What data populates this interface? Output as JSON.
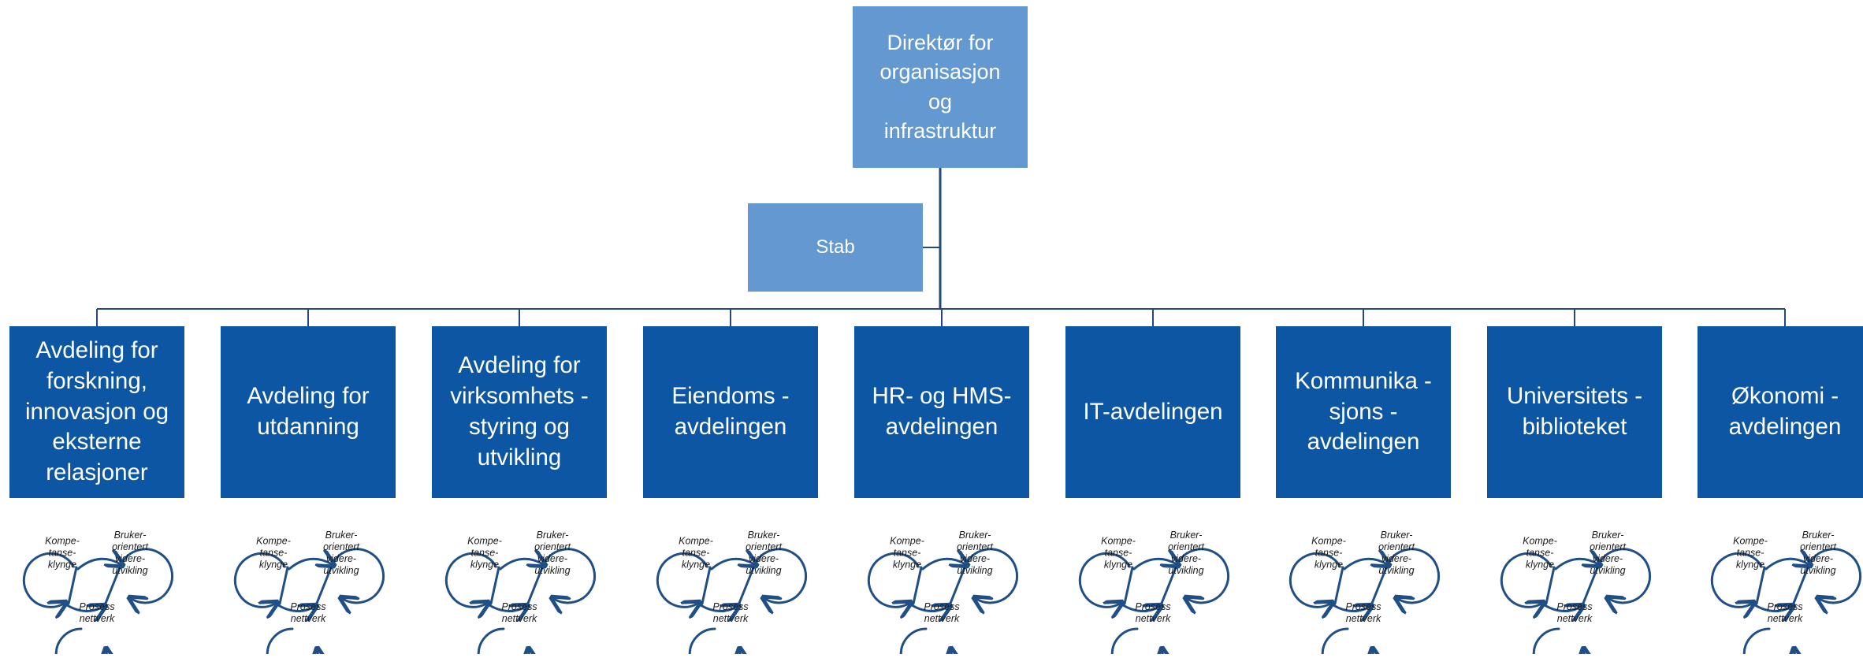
{
  "colors": {
    "top": "#6399d0",
    "stab": "#6399d0",
    "dept": "#0d56a4",
    "line": "#234a7e",
    "cycle": "#1f4f86"
  },
  "top_box": {
    "label": "Direktør for\norganisasjon\nog\ninfrastruktur"
  },
  "stab_box": {
    "label": "Stab"
  },
  "departments": [
    {
      "label": "Avdeling for\nforskning,\ninnovasjon og\neksterne\nrelasjoner"
    },
    {
      "label": "Avdeling for\nutdanning"
    },
    {
      "label": "Avdeling for\nvirksomhets -\nstyring og\nutvikling"
    },
    {
      "label": "Eiendoms -\navdelingen"
    },
    {
      "label": "HR- og HMS-\navdelingen"
    },
    {
      "label": "IT-avdelingen"
    },
    {
      "label": "Kommunika -\nsjons -\navdelingen"
    },
    {
      "label": "Universitets -\nbiblioteket"
    },
    {
      "label": "Økonomi -\navdelingen"
    }
  ],
  "cycle_labels": {
    "left": "Kompe-\ntanse-\nklynge",
    "right": "Bruker-\norientert\nvidere-\nutvikling",
    "bottom": "Prosess\nnettverk"
  }
}
